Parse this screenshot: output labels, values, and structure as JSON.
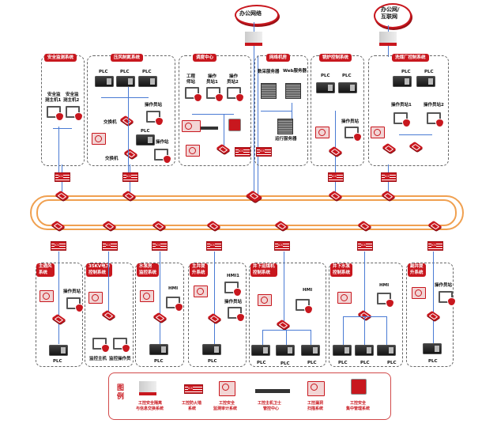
{
  "external_networks": {
    "office": "办公网络",
    "internet_line1": "办公网/",
    "internet_line2": "互联网"
  },
  "top_zones": [
    {
      "title": "安全监测系统",
      "labels": [
        "安全监",
        "测主机1",
        "安全监",
        "测主机2"
      ]
    },
    {
      "title": "压风制氮系统",
      "labels": [
        "PLC",
        "PLC",
        "PLC",
        "操作员站",
        "交换机",
        "PLC",
        "操作站",
        "交换机"
      ]
    },
    {
      "title": "调度中心",
      "labels": [
        "工程",
        "师站",
        "操作",
        "员站1",
        "操作",
        "员站2"
      ]
    },
    {
      "title": "网络机房",
      "labels": [
        "数采服务器",
        "Web服务器",
        "运行服务器"
      ]
    },
    {
      "title": "锅炉控制系统",
      "labels": [
        "PLC",
        "PLC",
        "操作员站"
      ]
    },
    {
      "title": "洗煤厂控制系统",
      "labels": [
        "PLC",
        "PLC",
        "操作员站1",
        "操作员站2"
      ]
    }
  ],
  "bottom_zones": [
    {
      "title_l1": "主通风",
      "title_l2": "系统",
      "labels": [
        "操作员站",
        "PLC"
      ]
    },
    {
      "title_l1": "35KV电力",
      "title_l2": "控制系统",
      "labels": [
        "监控主机",
        "监控操作员"
      ]
    },
    {
      "title_l1": "水泵房",
      "title_l2": "监控系统",
      "labels": [
        "HMI",
        "PLC"
      ]
    },
    {
      "title_l1": "主井提",
      "title_l2": "升系统",
      "labels": [
        "HMI1",
        "操作员站",
        "PLC"
      ]
    },
    {
      "title_l1": "井下运煤机",
      "title_l2": "控制系统",
      "labels": [
        "HMI",
        "PLC",
        "PLC",
        "PLC"
      ]
    },
    {
      "title_l1": "井下水泵",
      "title_l2": "控制系统",
      "labels": [
        "HMI",
        "PLC",
        "PLC",
        "PLC"
      ]
    },
    {
      "title_l1": "副井提",
      "title_l2": "升系统",
      "labels": [
        "操作员站",
        "PLC"
      ]
    }
  ],
  "legend": {
    "title_l1": "图",
    "title_l2": "例",
    "items": [
      {
        "icon": "isolation-gap-icon",
        "l1": "工控安全隔离",
        "l2": "与信息交换系统"
      },
      {
        "icon": "firewall-icon",
        "l1": "工控防火墙",
        "l2": "系统"
      },
      {
        "icon": "audit-icon",
        "l1": "工控安全",
        "l2": "监测审计系统"
      },
      {
        "icon": "host-guard-icon",
        "l1": "工控主机卫士",
        "l2": "管控中心"
      },
      {
        "icon": "vuln-scan-icon",
        "l1": "工控漏洞",
        "l2": "扫描系统"
      },
      {
        "icon": "management-gear-icon",
        "l1": "工控安全",
        "l2": "集中管理系统"
      }
    ]
  },
  "colors": {
    "accent": "#c8171e",
    "link": "#4a7bd4",
    "ring": "#f0a050"
  }
}
